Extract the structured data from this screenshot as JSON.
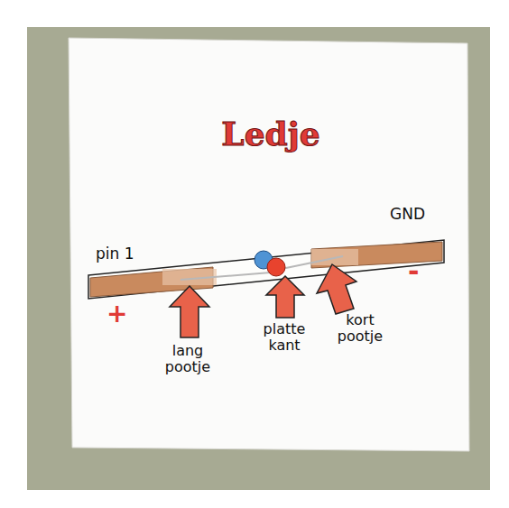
{
  "diagram": {
    "title": "Ledje",
    "labels": [
      "pin 1",
      "+",
      "GND",
      "-",
      "lang pootje",
      "platte kant",
      "kort pootje"
    ]
  }
}
